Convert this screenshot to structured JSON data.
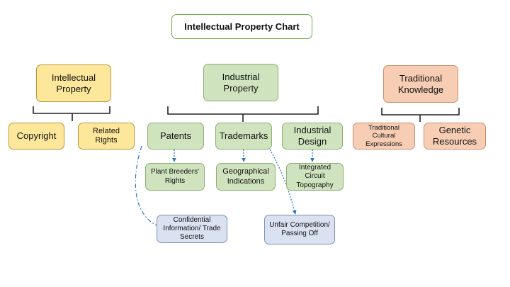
{
  "title": "Intellectual Property Chart",
  "categories": {
    "intellectual": {
      "label": "Intellectual Property",
      "children": [
        "Copyright",
        "Related Rights"
      ]
    },
    "industrial": {
      "label": "Industrial Property",
      "children": [
        "Patents",
        "Trademarks",
        "Industrial Design"
      ],
      "sub": {
        "patents": "Plant Breeders' Rights",
        "trademarks": "Geographical Indications",
        "design": "Integrated Circuit Topography"
      }
    },
    "traditional": {
      "label": "Traditional Knowledge",
      "children": [
        "Traditional Cultural Expressions",
        "Genetic Resources"
      ]
    }
  },
  "related": {
    "confidential": "Confidential Information/ Trade Secrets",
    "unfair": "Unfair Competition/ Passing Off"
  },
  "colors": {
    "intellectual": "#FDE79A",
    "industrial": "#CFE4BE",
    "traditional": "#F7CDB4",
    "related": "#DAE1F1",
    "title_border": "#70AD47",
    "connector": "#2E75B6"
  }
}
